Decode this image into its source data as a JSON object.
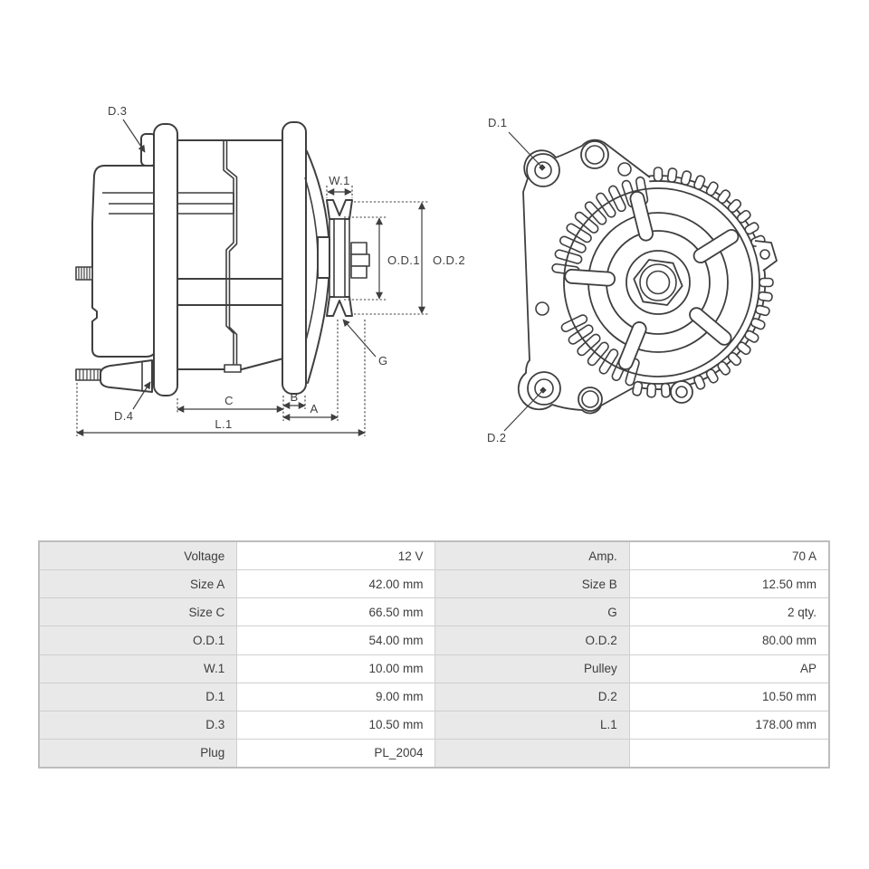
{
  "page": {
    "background": "#ffffff"
  },
  "diagram": {
    "line_color": "#3f3f3f",
    "side_view": {
      "labels": {
        "d3": "D.3",
        "d4": "D.4",
        "w1": "W.1",
        "od1": "O.D.1",
        "od2": "O.D.2",
        "g": "G",
        "c": "C",
        "b": "B",
        "a": "A",
        "l1": "L.1"
      }
    },
    "front_view": {
      "labels": {
        "d1": "D.1",
        "d2": "D.2"
      }
    }
  },
  "spec_table": {
    "colors": {
      "label_bg": "#e9e9e9",
      "value_bg": "#ffffff",
      "border": "#c8c8c8"
    },
    "rows": [
      {
        "l1": "Voltage",
        "v1": "12 V",
        "l2": "Amp.",
        "v2": "70 A"
      },
      {
        "l1": "Size A",
        "v1": "42.00 mm",
        "l2": "Size B",
        "v2": "12.50 mm"
      },
      {
        "l1": "Size C",
        "v1": "66.50 mm",
        "l2": "G",
        "v2": "2 qty."
      },
      {
        "l1": "O.D.1",
        "v1": "54.00 mm",
        "l2": "O.D.2",
        "v2": "80.00 mm"
      },
      {
        "l1": "W.1",
        "v1": "10.00 mm",
        "l2": "Pulley",
        "v2": "AP"
      },
      {
        "l1": "D.1",
        "v1": "9.00 mm",
        "l2": "D.2",
        "v2": "10.50 mm"
      },
      {
        "l1": "D.3",
        "v1": "10.50 mm",
        "l2": "L.1",
        "v2": "178.00 mm"
      },
      {
        "l1": "Plug",
        "v1": "PL_2004",
        "l2": "",
        "v2": ""
      }
    ]
  }
}
